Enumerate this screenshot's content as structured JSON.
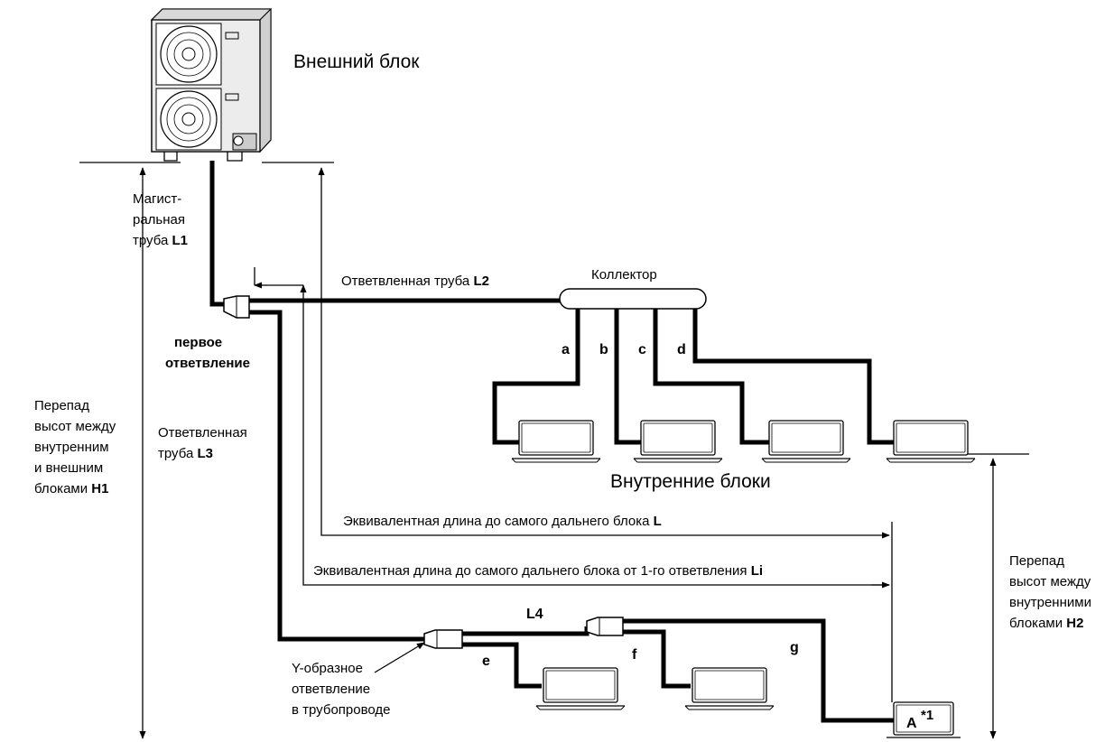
{
  "title_outdoor": "Внешний блок",
  "title_indoor": "Внутренние блоки",
  "collector": "Коллектор",
  "main_pipe": {
    "l1": "Магист-",
    "l2": "ральная",
    "l3": "труба ",
    "code": "L1"
  },
  "branch_l2": {
    "text": "Ответвленная труба ",
    "code": "L2"
  },
  "first_branch": {
    "l1": "первое",
    "l2": "ответвление"
  },
  "branch_l3": {
    "l1": "Ответвленная",
    "l2": "труба ",
    "code": "L3"
  },
  "h1_label": {
    "l1": "Перепад",
    "l2": "высот между",
    "l3": "внутренним",
    "l4": "и внешним",
    "l5": "блоками ",
    "code": "H1"
  },
  "h2_label": {
    "l1": "Перепад",
    "l2": "высот между",
    "l3": "внутренними",
    "l4": "блоками ",
    "code": "H2"
  },
  "equiv_L": {
    "text": "Эквивалентная длина до самого дальнего блока ",
    "code": "L"
  },
  "equiv_Li": {
    "text": "Эквивалентная длина до самого дальнего блока от 1-го ответвления ",
    "code": "Li"
  },
  "y_branch": {
    "l1": "Y-образное",
    "l2": "ответвление",
    "l3": "в трубопроводе"
  },
  "pipe_letters": {
    "a": "a",
    "b": "b",
    "c": "c",
    "d": "d",
    "e": "e",
    "f": "f",
    "g": "g",
    "l4": "L4"
  },
  "unit_a": {
    "letter": "A",
    "mark": "*1"
  }
}
